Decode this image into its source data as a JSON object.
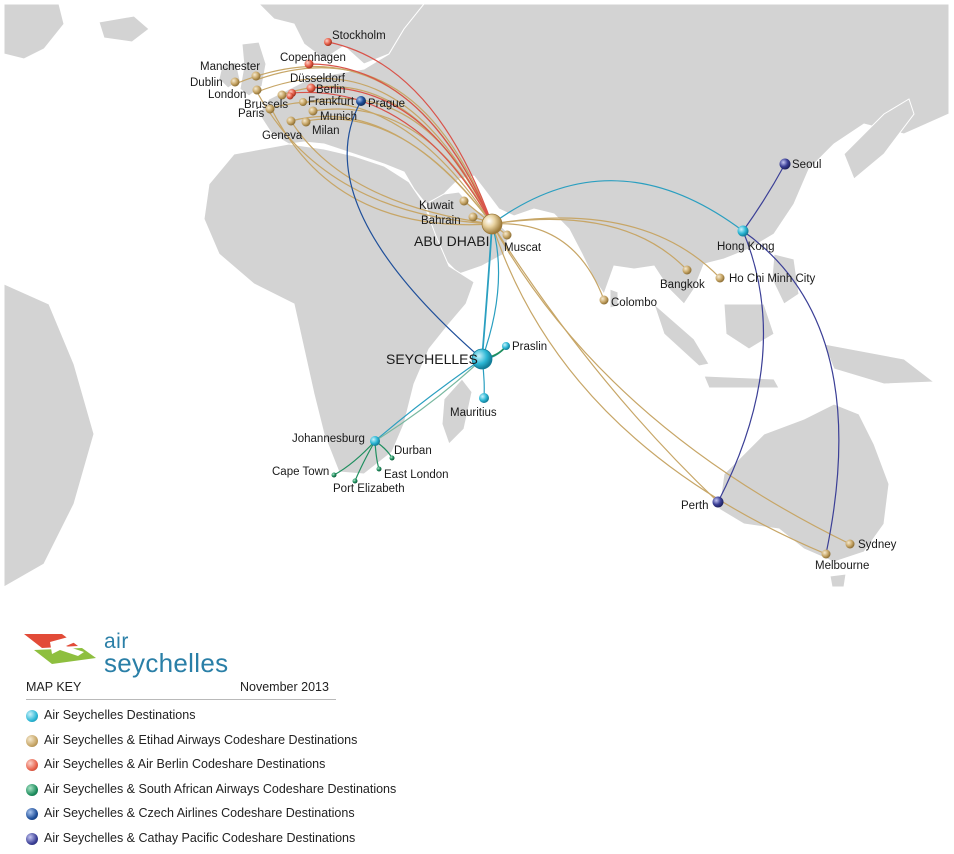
{
  "colors": {
    "air_seychelles": "#2cb7d5",
    "etihad": "#c7a667",
    "air_berlin": "#e8614b",
    "south_african": "#1f8f5f",
    "czech": "#1f4f9a",
    "cathay": "#3b3f96",
    "land": "#d3d3d3",
    "brand_blue": "#2a7fa7",
    "brand_red": "#e24b38",
    "brand_green": "#8ebf3f"
  },
  "map": {
    "hubs": [
      {
        "id": "abu-dhabi",
        "label": "ABU DHABI",
        "color": "etihad"
      },
      {
        "id": "seychelles",
        "label": "SEYCHELLES",
        "color": "air_seychelles"
      }
    ],
    "cities": [
      {
        "id": "stockholm",
        "label": "Stockholm",
        "color": "air_berlin"
      },
      {
        "id": "copenhagen",
        "label": "Copenhagen",
        "color": "air_berlin"
      },
      {
        "id": "manchester",
        "label": "Manchester",
        "color": "etihad"
      },
      {
        "id": "dusseldorf",
        "label": "Düsseldorf",
        "color": "air_berlin"
      },
      {
        "id": "dublin",
        "label": "Dublin",
        "color": "etihad"
      },
      {
        "id": "berlin",
        "label": "Berlin",
        "color": "air_berlin"
      },
      {
        "id": "london",
        "label": "London",
        "color": "etihad"
      },
      {
        "id": "frankfurt",
        "label": "Frankfurt",
        "color": "air_berlin"
      },
      {
        "id": "brussels",
        "label": "Brussels",
        "color": "etihad"
      },
      {
        "id": "prague",
        "label": "Prague",
        "color": "czech"
      },
      {
        "id": "paris",
        "label": "Paris",
        "color": "etihad"
      },
      {
        "id": "munich",
        "label": "Munich",
        "color": "etihad"
      },
      {
        "id": "milan",
        "label": "Milan",
        "color": "etihad"
      },
      {
        "id": "geneva",
        "label": "Geneva",
        "color": "etihad"
      },
      {
        "id": "kuwait",
        "label": "Kuwait",
        "color": "etihad"
      },
      {
        "id": "bahrain",
        "label": "Bahrain",
        "color": "etihad"
      },
      {
        "id": "muscat",
        "label": "Muscat",
        "color": "etihad"
      },
      {
        "id": "seoul",
        "label": "Seoul",
        "color": "cathay"
      },
      {
        "id": "hong-kong",
        "label": "Hong Kong",
        "color": "air_seychelles"
      },
      {
        "id": "bangkok",
        "label": "Bangkok",
        "color": "etihad"
      },
      {
        "id": "ho-chi-minh",
        "label": "Ho Chi Minh City",
        "color": "etihad"
      },
      {
        "id": "colombo",
        "label": "Colombo",
        "color": "etihad"
      },
      {
        "id": "praslin",
        "label": "Praslin",
        "color": "air_seychelles"
      },
      {
        "id": "mauritius",
        "label": "Mauritius",
        "color": "air_seychelles"
      },
      {
        "id": "johannesburg",
        "label": "Johannesburg",
        "color": "air_seychelles"
      },
      {
        "id": "durban",
        "label": "Durban",
        "color": "south_african"
      },
      {
        "id": "cape-town",
        "label": "Cape Town",
        "color": "south_african"
      },
      {
        "id": "east-london",
        "label": "East London",
        "color": "south_african"
      },
      {
        "id": "port-elizabeth",
        "label": "Port Elizabeth",
        "color": "south_african"
      },
      {
        "id": "perth",
        "label": "Perth",
        "color": "cathay"
      },
      {
        "id": "sydney",
        "label": "Sydney",
        "color": "etihad"
      },
      {
        "id": "melbourne",
        "label": "Melbourne",
        "color": "etihad"
      }
    ]
  },
  "logo": {
    "line1": "air",
    "line2": "seychelles",
    "icon": "airplane-swoosh-icon"
  },
  "legend": {
    "title": "MAP KEY",
    "date": "November 2013",
    "items": [
      {
        "label": "Air Seychelles Destinations",
        "color": "air_seychelles"
      },
      {
        "label": "Air Seychelles & Etihad Airways Codeshare Destinations",
        "color": "etihad"
      },
      {
        "label": "Air Seychelles & Air Berlin Codeshare Destinations",
        "color": "air_berlin"
      },
      {
        "label": "Air Seychelles & South African Airways Codeshare Destinations",
        "color": "south_african"
      },
      {
        "label": "Air Seychelles & Czech Airlines Codeshare Destinations",
        "color": "czech"
      },
      {
        "label": "Air Seychelles & Cathay Pacific Codeshare Destinations",
        "color": "cathay"
      }
    ]
  }
}
